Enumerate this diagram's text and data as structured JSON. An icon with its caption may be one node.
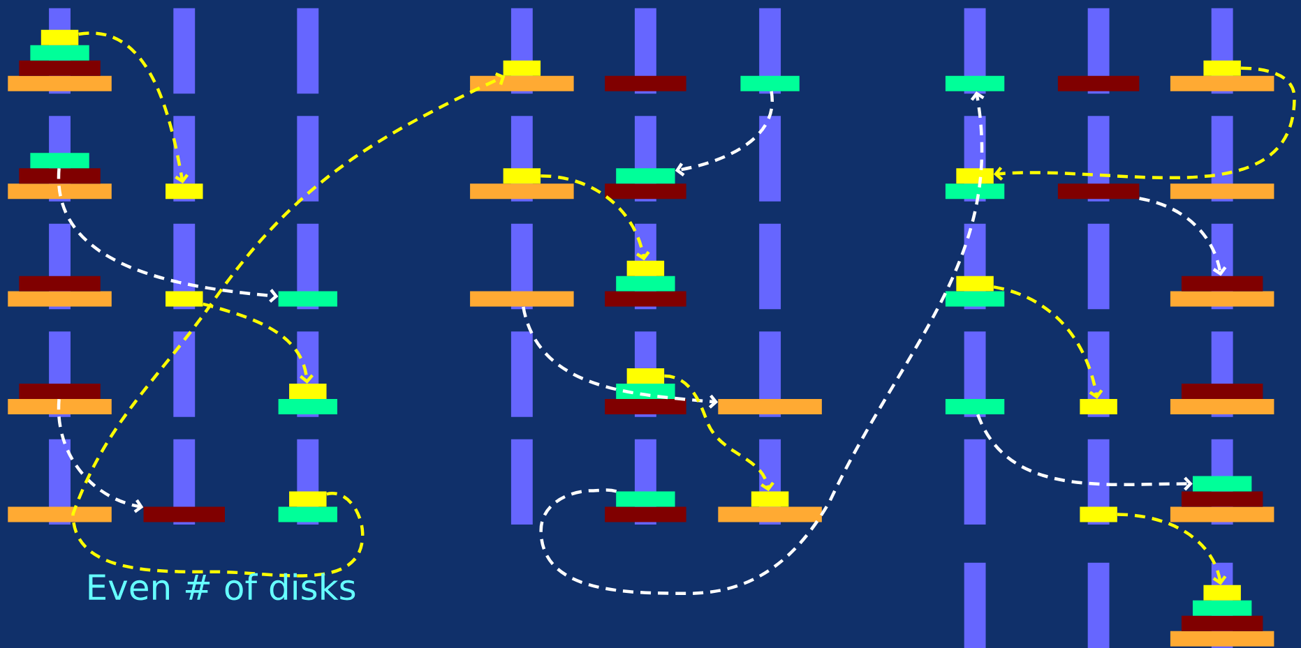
{
  "diagram": {
    "nodes": [
      {
        "text": [],
        "shape": "bar"
      },
      {
        "text": [],
        "shape": "bar"
      },
      {
        "text": [],
        "shape": "bar"
      },
      {
        "text": [],
        "shape": "bar"
      },
      {
        "text": [],
        "shape": "bar"
      },
      {
        "text": [],
        "shape": "bar"
      },
      {
        "text": [],
        "shape": "bar"
      },
      {
        "text": [],
        "shape": "bar"
      },
      {
        "text": [],
        "shape": "bar"
      },
      {
        "text": [],
        "shape": "bar"
      },
      {
        "text": [],
        "shape": "bar"
      },
      {
        "text": [],
        "shape": "bar"
      },
      {
        "text": [],
        "shape": "bar"
      },
      {
        "text": [],
        "shape": "bar"
      },
      {
        "text": [],
        "shape": "bar"
      },
      {
        "text": [],
        "shape": "bar"
      },
      {
        "text": [],
        "shape": "bar"
      },
      {
        "text": [],
        "shape": "bar"
      },
      {
        "text": [],
        "shape": "bar"
      },
      {
        "text": [],
        "shape": "bar"
      },
      {
        "text": [],
        "shape": "bar"
      },
      {
        "text": [],
        "shape": "bar"
      },
      {
        "text": [],
        "shape": "bar"
      },
      {
        "text": [],
        "shape": "bar"
      },
      {
        "text": [],
        "shape": "bar"
      },
      {
        "text": [],
        "shape": "bar"
      },
      {
        "text": [],
        "shape": "bar"
      },
      {
        "text": [],
        "shape": "bar"
      },
      {
        "text": [],
        "shape": "bar"
      },
      {
        "text": [],
        "shape": "bar"
      }
    ],
    "edges": [
      {
        "from": 0,
        "to": 1,
        "arrow": "to",
        "style": "dashed"
      },
      {
        "from": 2,
        "to": 3,
        "arrow": "to",
        "style": "dashed",
        "color": "#ffffff"
      },
      {
        "from": 4,
        "to": 5,
        "arrow": "to",
        "style": "dashed"
      },
      {
        "from": 6,
        "to": 7,
        "arrow": "to",
        "style": "dashed",
        "color": "#ffffff"
      },
      {
        "from": 8,
        "to": 9,
        "arrow": "to",
        "style": "dashed"
      },
      {
        "from": 10,
        "to": 11,
        "arrow": "to",
        "style": "dashed",
        "color": "#ffffff"
      },
      {
        "from": 12,
        "to": 13,
        "arrow": "to",
        "style": "dashed"
      },
      {
        "from": 14,
        "to": 15,
        "arrow": "to",
        "style": "dashed",
        "color": "#ffffff"
      },
      {
        "from": 16,
        "to": 17,
        "arrow": "to",
        "style": "dashed"
      },
      {
        "from": 18,
        "to": 19,
        "arrow": "to",
        "style": "dashed",
        "color": "#ffffff"
      },
      {
        "from": 20,
        "to": 21,
        "arrow": "to",
        "style": "dashed"
      },
      {
        "from": 22,
        "to": 23,
        "arrow": "to",
        "style": "dashed",
        "color": "#ffffff"
      },
      {
        "from": 24,
        "to": 25,
        "arrow": "to",
        "style": "dashed"
      },
      {
        "from": 26,
        "to": 27,
        "arrow": "to",
        "style": "dashed",
        "color": "#ffffff"
      },
      {
        "from": 28,
        "to": 29,
        "arrow": "to",
        "style": "dashed"
      }
    ],
    "labels": [
      "Even # of disks"
    ]
  }
}
